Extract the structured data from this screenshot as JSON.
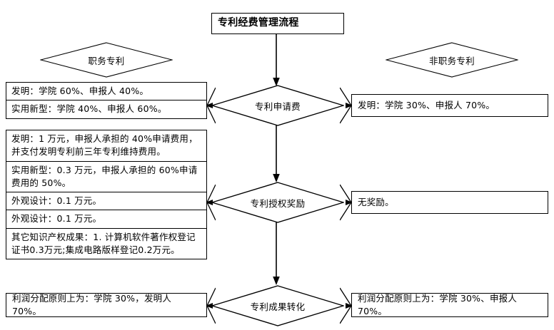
{
  "title": {
    "label": "专利经费管理流程"
  },
  "branches": {
    "left_label": "职务专利",
    "right_label": "非职务专利"
  },
  "stages": [
    {
      "id": "application-fee",
      "label": "专利申请费"
    },
    {
      "id": "authorization-award",
      "label": "专利授权奖励"
    },
    {
      "id": "achievement-transfer",
      "label": "专利成果转化"
    }
  ],
  "left_column": {
    "group1": {
      "rows": [
        "发明：学院 60%、申报人 40%。",
        "实用新型：学院 40%、申报人 60%。"
      ]
    },
    "group2": {
      "rows": [
        "发明：1 万元，申报人承担的 40%申请费用，并支付发明专利前三年专利维持费用。",
        "实用新型：0.3 万元，申报人承担的 60%申请费用的 50%。",
        "外观设计：0.1 万元。",
        "外观设计：0.1 万元。",
        "其它知识产权成果：1. 计算机软件著作权登记证书0.3万元;集成电路版样登记0.2万元。"
      ]
    },
    "group3": {
      "rows": [
        "利润分配原则上为：学院 30%，发明人 70%。"
      ]
    }
  },
  "right_column": {
    "box1": "发明：学院 30%、申报人 70%。",
    "box2": "无奖励。",
    "box3": "利润分配原则上为：学院 30%、申报人 70%。"
  },
  "style": {
    "line_color": "#000000",
    "background": "#ffffff"
  }
}
